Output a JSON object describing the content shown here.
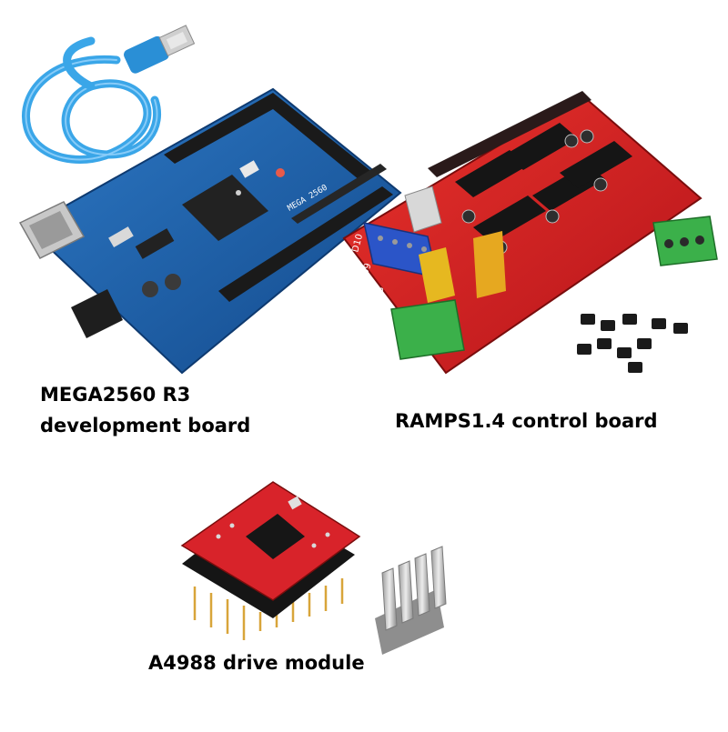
{
  "captions": {
    "mega_line1": "MEGA2560 R3",
    "mega_line2": "development board",
    "ramps": "RAMPS1.4 control board",
    "a4988": "A4988 drive module"
  },
  "board_markings": {
    "mega_silkscreen": "MEGA 2560",
    "ramps_d10": "D10",
    "ramps_d9": "D9",
    "ramps_d8": "D8"
  },
  "colors": {
    "mega_pcb": "#1f5fa8",
    "ramps_pcb": "#d81e1e",
    "a4988_pcb": "#d8232a",
    "usb_cable": "#3aa6e8",
    "terminal_blue": "#2b55c8",
    "terminal_green": "#3bb04a",
    "heatsink": "#c9c9c9",
    "jumper": "#1a1a1a"
  }
}
